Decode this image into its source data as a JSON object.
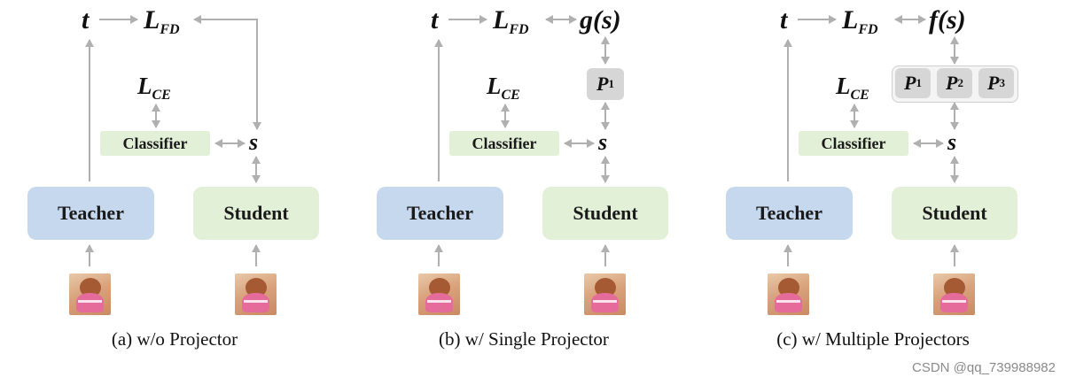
{
  "symbols": {
    "t": "t",
    "L": "L",
    "FD": "FD",
    "CE": "CE",
    "s": "s",
    "P": "P"
  },
  "labels": {
    "teacher": "Teacher",
    "student": "Student",
    "classifier": "Classifier"
  },
  "panels": [
    {
      "caption": "(a)  w/o Projector",
      "projection": "",
      "projectors": []
    },
    {
      "caption": "(b)  w/ Single Projector",
      "projection": "g(s)",
      "projectors": [
        "1"
      ]
    },
    {
      "caption": "(c)  w/ Multiple Projectors",
      "projection": "f(s)",
      "projectors": [
        "1",
        "2",
        "3"
      ]
    }
  ],
  "colors": {
    "teacher": "#c6d8ee",
    "student": "#e3f0d8",
    "projector": "#d6d6d6",
    "arrow": "#b0b0b0"
  },
  "watermark": "CSDN @qq_739988982"
}
